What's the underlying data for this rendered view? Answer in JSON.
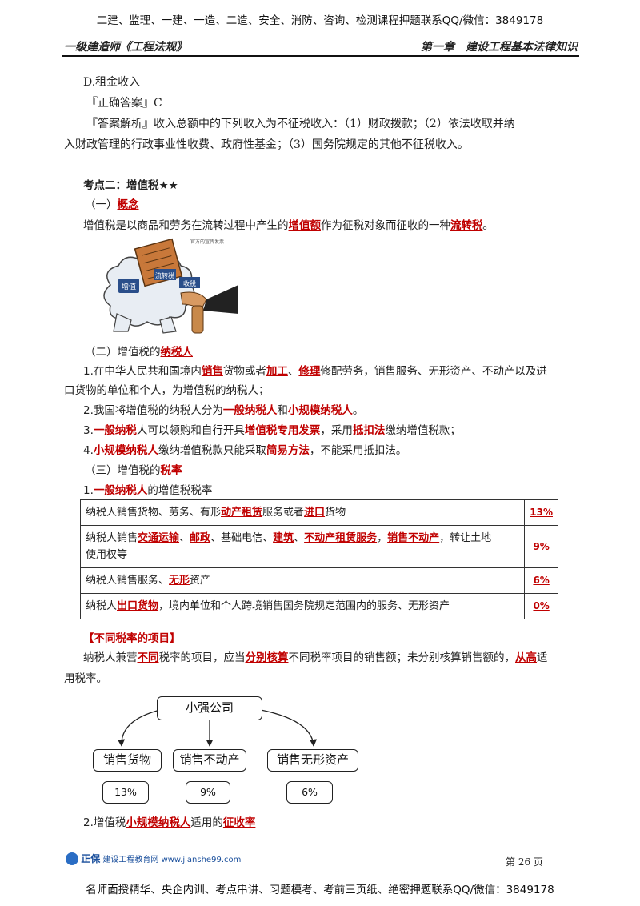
{
  "banner_top": "二建、监理、一建、一造、二造、安全、消防、咨询、检测课程押题联系QQ/微信：3849178",
  "header": {
    "left": "一级建造师《工程法规》",
    "right": "第一章　建设工程基本法律知识"
  },
  "qa": {
    "option_d": "D.租金收入",
    "answer": "『正确答案』C",
    "explain_1": "『答案解析』收入总额中的下列收入为不征税收入：（1）财政拨款；（2）依法收取并纳",
    "explain_2": "入财政管理的行政事业性收费、政府性基金；（3）国务院规定的其他不征税收入。"
  },
  "section": {
    "title": "考点二：增值税★★",
    "sub1_prefix": "（一）",
    "sub1_kw": "概念",
    "concept": [
      "增值税是以商品和劳务在流转过程中产生的",
      "增值额",
      "作为征税对象而征收的一种",
      "流转税",
      "。"
    ],
    "image_sign": "官方的宣传发票",
    "image_labels": [
      "增值",
      "流转税",
      "收税"
    ],
    "sub2_prefix": "（二）增值税的",
    "sub2_kw": "纳税人",
    "p1_a": [
      "1.在中华人民共和国境内",
      "销售",
      "货物或者",
      "加工",
      "、",
      "修理",
      "修配劳务，销售服务、无形资产、不动产以及进"
    ],
    "p1_b": "口货物的单位和个人，为增值税的纳税人；",
    "p2": [
      "2.我国将增值税的纳税人分为",
      "一般纳税人",
      "和",
      "小规模纳税人",
      "。"
    ],
    "p3": [
      "3.",
      "一般纳税",
      "人可以领购和自行开具",
      "增值税专用发票",
      "，采用",
      "抵扣法",
      "缴纳增值税款；"
    ],
    "p4": [
      "4.",
      "小规模纳税人",
      "缴纳增值税款只能采取",
      "简易方法",
      "，不能采用抵扣法。"
    ],
    "sub3_prefix": "（三）增值税的",
    "sub3_kw": "税率",
    "rate_intro": [
      "1.",
      "一般纳税人",
      "的增值税税率"
    ]
  },
  "rates_table": {
    "row1": [
      "纳税人销售货物、劳务、有形",
      "动产租赁",
      "服务或者",
      "进口",
      "货物"
    ],
    "row1_rate": "13%",
    "row2_a": [
      "纳税人销售",
      "交通运输",
      "、",
      "邮政",
      "、基础电信、",
      "建筑",
      "、",
      "不动产租赁服务",
      "，",
      "销售不动产",
      "，转让土地"
    ],
    "row2_b": "使用权等",
    "row2_rate": "9%",
    "row3": [
      "纳税人销售服务、",
      "无形",
      "资产"
    ],
    "row3_rate": "6%",
    "row4": [
      "纳税人",
      "出口货物",
      "，境内单位和个人跨境销售国务院规定范围内的服务、无形资产"
    ],
    "row4_rate": "0%"
  },
  "different_rates": {
    "title": "【不同税率的项目】",
    "line1": [
      "纳税人兼营",
      "不同",
      "税率的项目，应当",
      "分别核算",
      "不同税率项目的销售额；未分别核算销售额的，",
      "从高",
      "适"
    ],
    "line2": "用税率。"
  },
  "diagram": {
    "root": "小强公司",
    "children": [
      "销售货物",
      "销售不动产",
      "销售无形资产"
    ],
    "rates": [
      "13%",
      "9%",
      "6%"
    ]
  },
  "small_payer": [
    "2.增值税",
    "小规模纳税人",
    "适用的",
    "征收率"
  ],
  "footer": {
    "logo_mark": "正保",
    "logo_text": "建设工程教育网 www.jianshe99.com",
    "page": "第 26 页"
  },
  "banner_bottom": "名师面授精华、央企内训、考点串讲、习题模考、考前三页纸、绝密押题联系QQ/微信：3849178",
  "colors": {
    "accent": "#c00000",
    "rule": "#111111"
  }
}
